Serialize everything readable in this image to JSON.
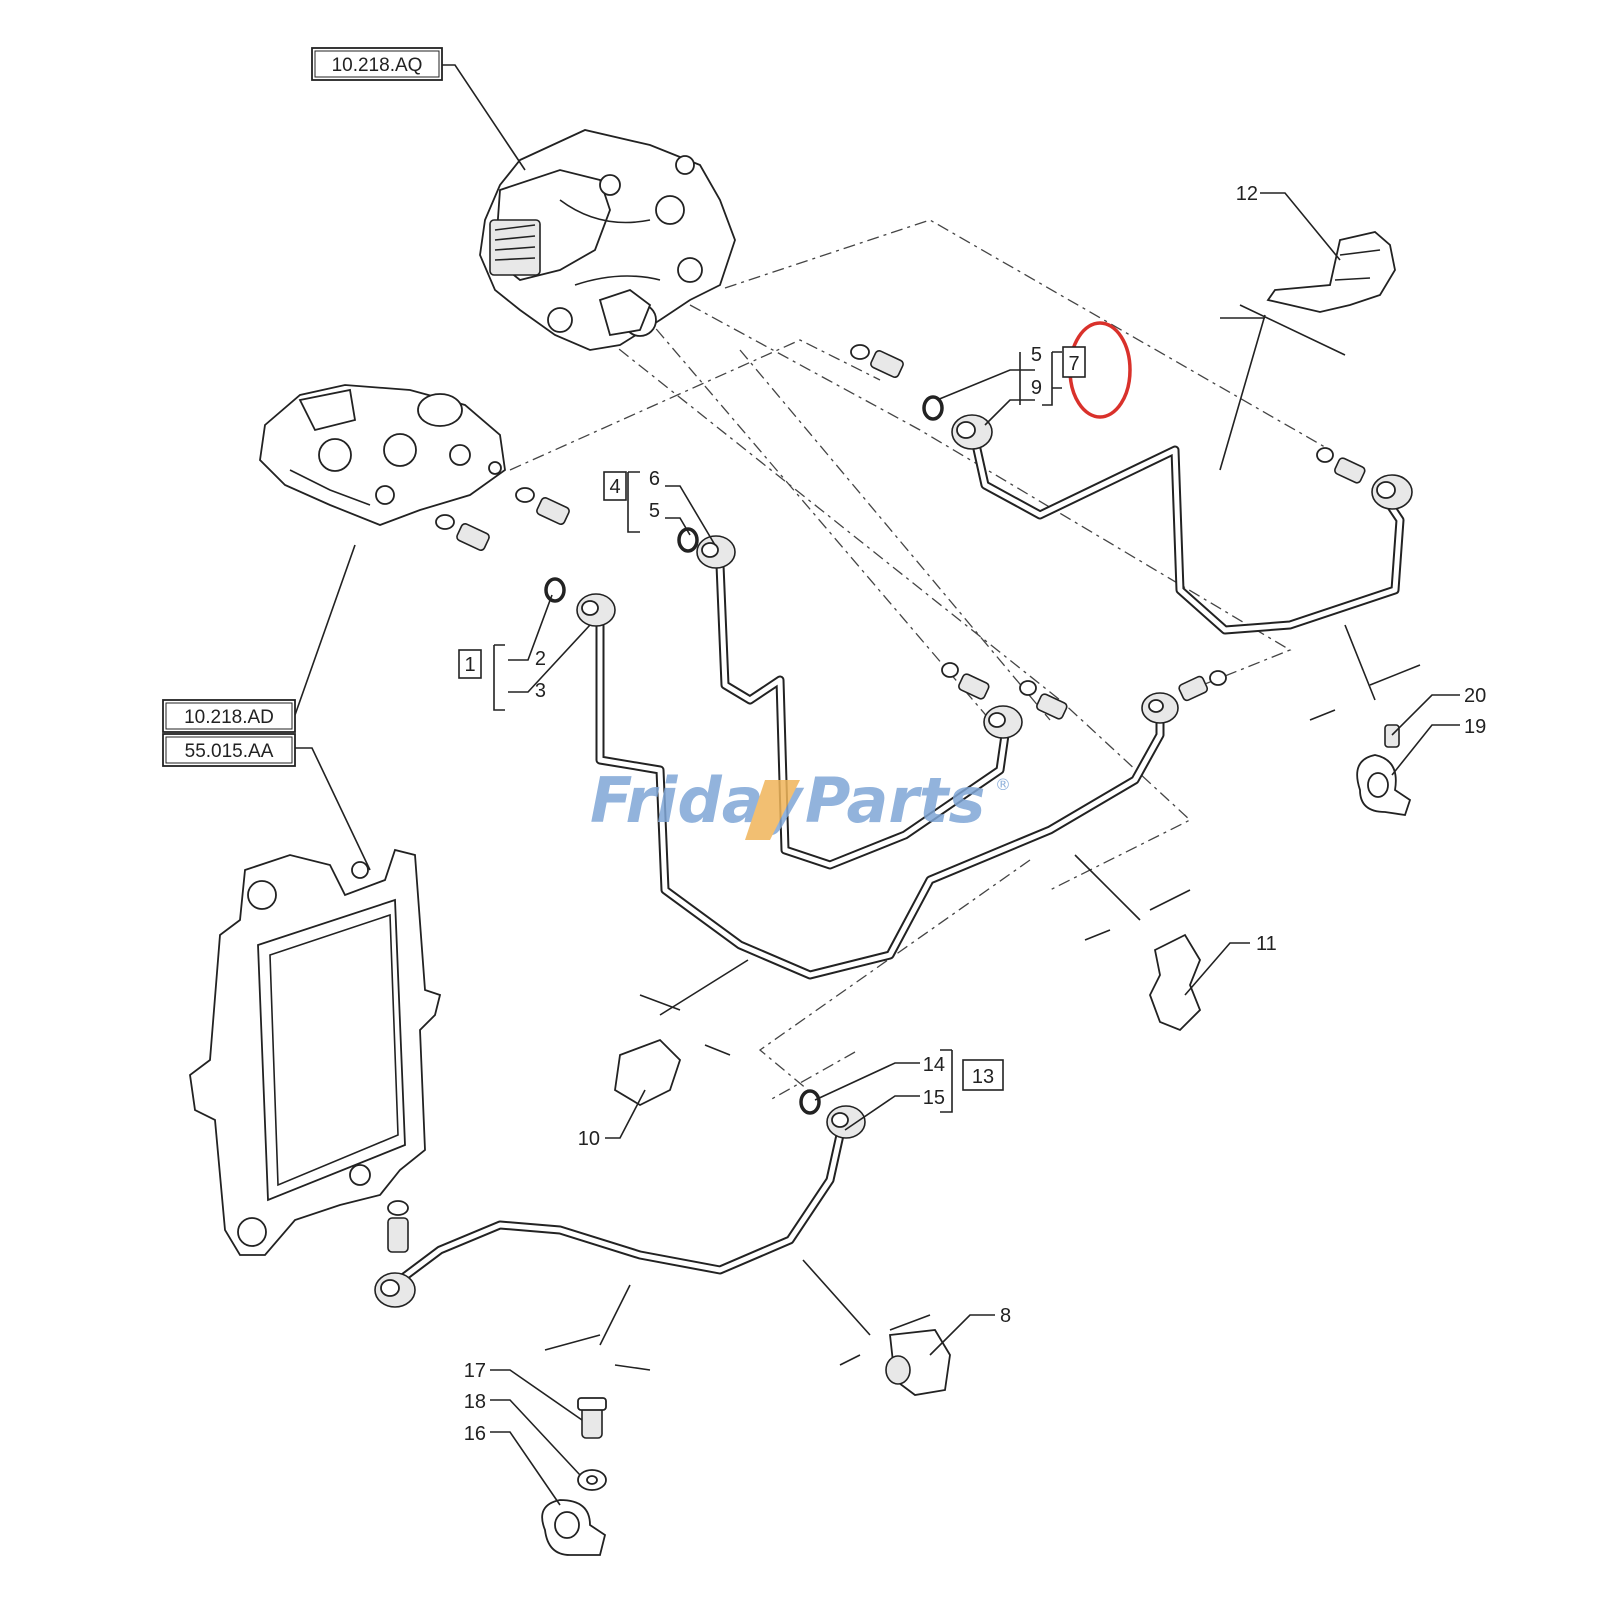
{
  "ref_labels": {
    "pump": "10.218.AQ",
    "filter": "10.218.AD",
    "ecu": "55.015.AA"
  },
  "callouts": {
    "n1": "1",
    "n2": "2",
    "n3": "3",
    "n4": "4",
    "n5a": "5",
    "n5b": "5",
    "n6": "6",
    "n7": "7",
    "n8": "8",
    "n9": "9",
    "n10": "10",
    "n11": "11",
    "n12": "12",
    "n13": "13",
    "n14": "14",
    "n15": "15",
    "n16": "16",
    "n17": "17",
    "n18": "18",
    "n19": "19",
    "n20": "20"
  },
  "watermark": {
    "part1": "Friday",
    "part2": "Parts",
    "mark": "®"
  },
  "colors": {
    "line": "#222222",
    "highlight_circle": "#d9312b",
    "watermark_blue": "#7fa6d6",
    "watermark_orange": "#f0b55a"
  }
}
